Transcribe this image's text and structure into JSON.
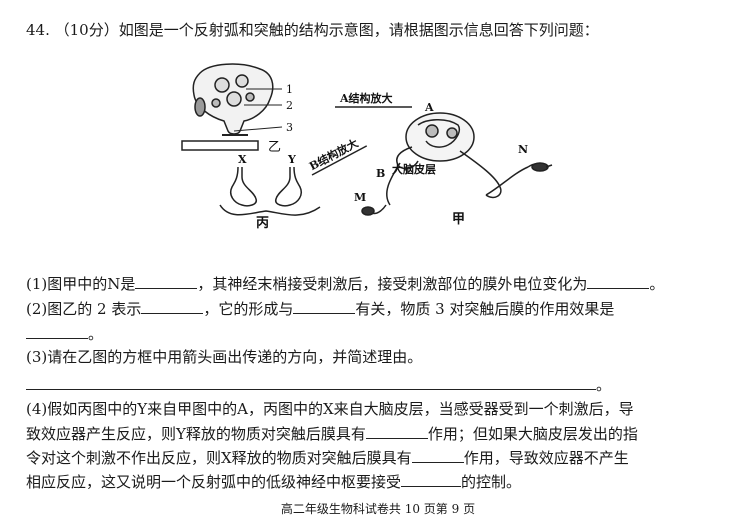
{
  "question": {
    "number": "44.",
    "points": "（10分）",
    "stem": "如图是一个反射弧和突触的结构示意图，请根据图示信息回答下列问题："
  },
  "figure": {
    "labels": {
      "n1": "1",
      "n2": "2",
      "n3": "3",
      "yi": "乙",
      "x": "X",
      "y": "Y",
      "bing": "丙",
      "a_zoom": "A结构放大",
      "a": "A",
      "b_zoom": "B结构放大",
      "b": "B",
      "cortex": "大脑皮层",
      "n": "N",
      "m": "M",
      "jia": "甲"
    }
  },
  "lines": {
    "q1_a": "(1)图甲中的N是",
    "q1_b": "，其神经末梢接受刺激后，接受刺激部位的膜外电位变化为",
    "q1_c": "。",
    "q2_a": "(2)图乙的 2 表示",
    "q2_b": "，它的形成与",
    "q2_c": "有关，物质 3 对突触后膜的作用效果是",
    "q2_d": "。",
    "q3_a": "(3)请在乙图的方框中用箭头画出传递的方向，并简述理由。",
    "q3_end": "。",
    "q4_a": "(4)假如丙图中的Y来自甲图中的A，丙图中的X来自大脑皮层，当感受器受到一个刺激后，导",
    "q4_b": "致效应器产生反应，则Y释放的物质对突触后膜具有",
    "q4_c": "作用；但如果大脑皮层发出的指",
    "q4_d": "令对这个刺激不作出反应，则X释放的物质对突触后膜具有",
    "q4_e": "作用，导致效应器不产生",
    "q4_f": "相应反应，这又说明一个反射弧中的低级神经中枢要接受",
    "q4_g": "的控制。"
  },
  "footer": "高二年级生物科试卷共 10 页第 9 页"
}
